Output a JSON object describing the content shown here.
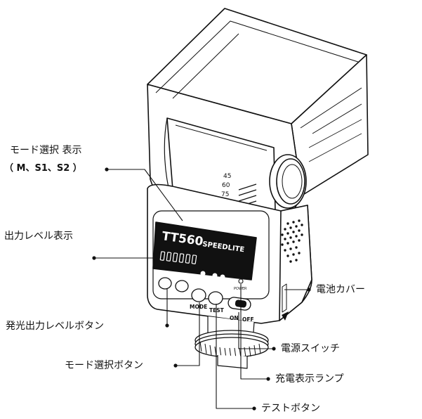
{
  "title": "",
  "device": {
    "model": "TT560",
    "brand_text": "SPEEDLITE",
    "head_scale": [
      "45",
      "60",
      "75"
    ],
    "mode_indicators": [
      "M",
      "S1",
      "S2"
    ],
    "power_label": "POWER",
    "button_labels": {
      "mode": "MODE",
      "test": "TEST",
      "on": "ON",
      "off": "OFF"
    }
  },
  "callouts": {
    "mode_display": "モード選択 表示",
    "mode_display_options": "（ M、S1、S2 ）",
    "power_level_display": "出力レベル表示",
    "battery_cover": "電池カバー",
    "flash_power_button": "発光出力レベルボタン",
    "power_switch": "電源スイッチ",
    "mode_select_button": "モード選択ボタン",
    "charge_lamp": "充電表示ランプ",
    "test_button": "テストボタン"
  }
}
